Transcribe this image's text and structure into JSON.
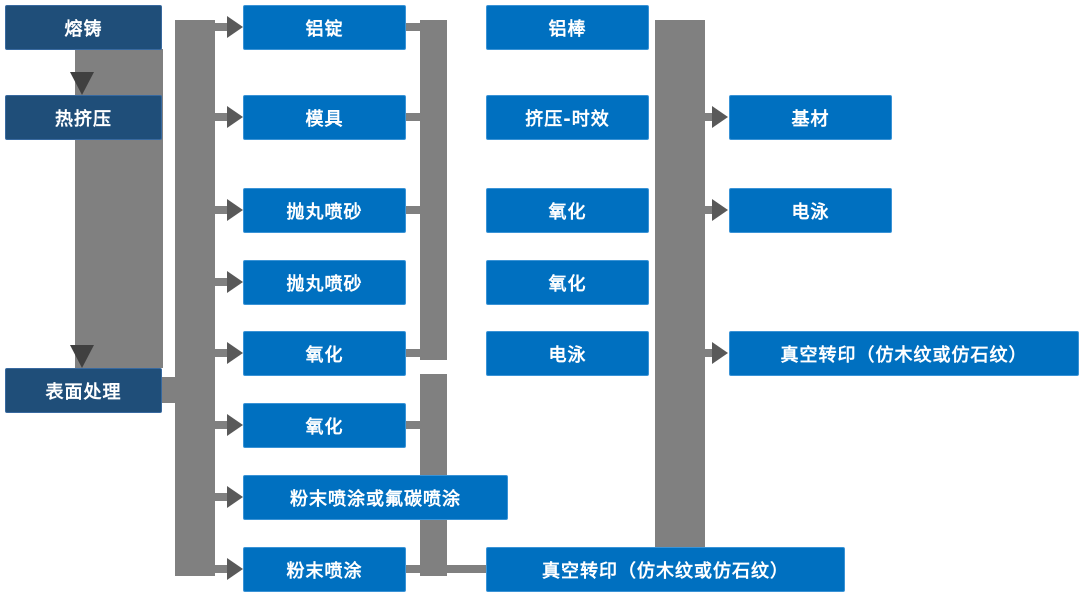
{
  "diagram": {
    "type": "flowchart",
    "language": "zh-CN",
    "nodes": {
      "melting": "熔铸",
      "hot_extrusion": "热挤压",
      "surface_treatment": "表面处理",
      "aluminum_ingot": "铝锭",
      "mold": "模具",
      "shot_blasting_1": "抛丸喷砂",
      "shot_blasting_2": "抛丸喷砂",
      "oxidation_a": "氧化",
      "oxidation_b": "氧化",
      "powder_or_fluorocarbon_coating": "粉末喷涂或氟碳喷涂",
      "powder_coating": "粉末喷涂",
      "aluminum_rod": "铝棒",
      "extrusion_aging": "挤压-时效",
      "oxidation_c": "氧化",
      "oxidation_d": "氧化",
      "electrophoresis_a": "电泳",
      "vacuum_transfer_a": "真空转印（仿木纹或仿石纹）",
      "base_material": "基材",
      "electrophoresis_b": "电泳",
      "vacuum_transfer_b": "真空转印（仿木纹或仿石纹）"
    },
    "colors": {
      "dark_node": "#1f4e79",
      "node": "#0070c0",
      "connector": "#808080",
      "arrow": "#595959",
      "arrow_dark": "#404040",
      "text": "#ffffff",
      "background": "#ffffff"
    }
  }
}
